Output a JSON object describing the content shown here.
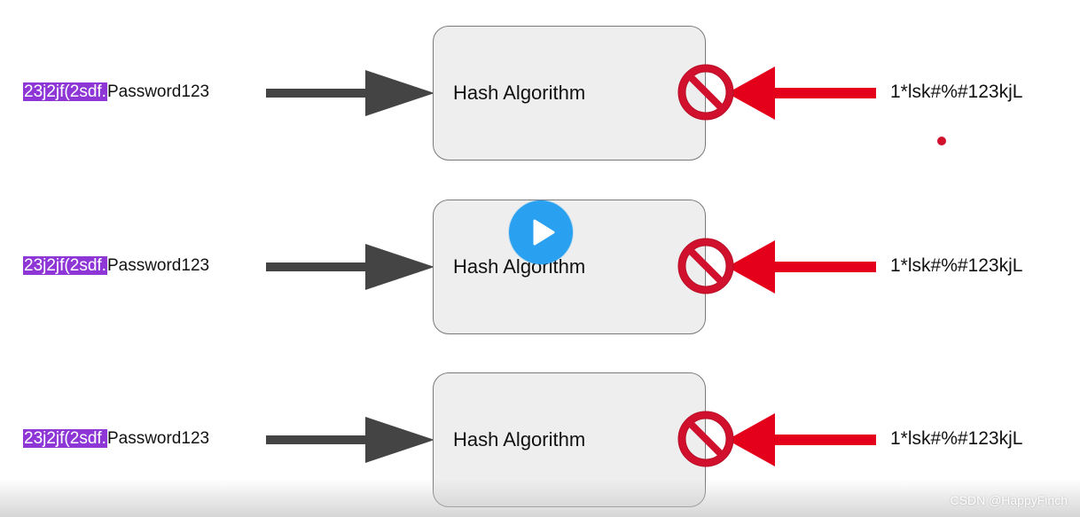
{
  "rows": [
    {
      "salt": "23j2jf(2sdf.",
      "password": "Password123",
      "hash_label": "Hash Algorithm",
      "output": "1*lsk#%#123kjL"
    },
    {
      "salt": "23j2jf(2sdf.",
      "password": "Password123",
      "hash_label": "Hash Algorithm",
      "output": "1*lsk#%#123kjL"
    },
    {
      "salt": "23j2jf(2sdf.",
      "password": "Password123",
      "hash_label": "Hash Algorithm",
      "output": "1*lsk#%#123kjL"
    }
  ],
  "watermark": "CSDN @HappyFinch",
  "colors": {
    "salt_highlight": "#8e37d6",
    "gray_arrow": "#444444",
    "red_arrow": "#e4001b",
    "prohibited_icon": "#d0102c",
    "play_button": "#2aa0f0",
    "box_fill": "#eeeeee"
  },
  "icons": {
    "forward_arrow": "arrow-right-icon",
    "reverse_arrow": "arrow-left-icon",
    "prohibited": "no-entry-icon",
    "play": "play-icon"
  }
}
